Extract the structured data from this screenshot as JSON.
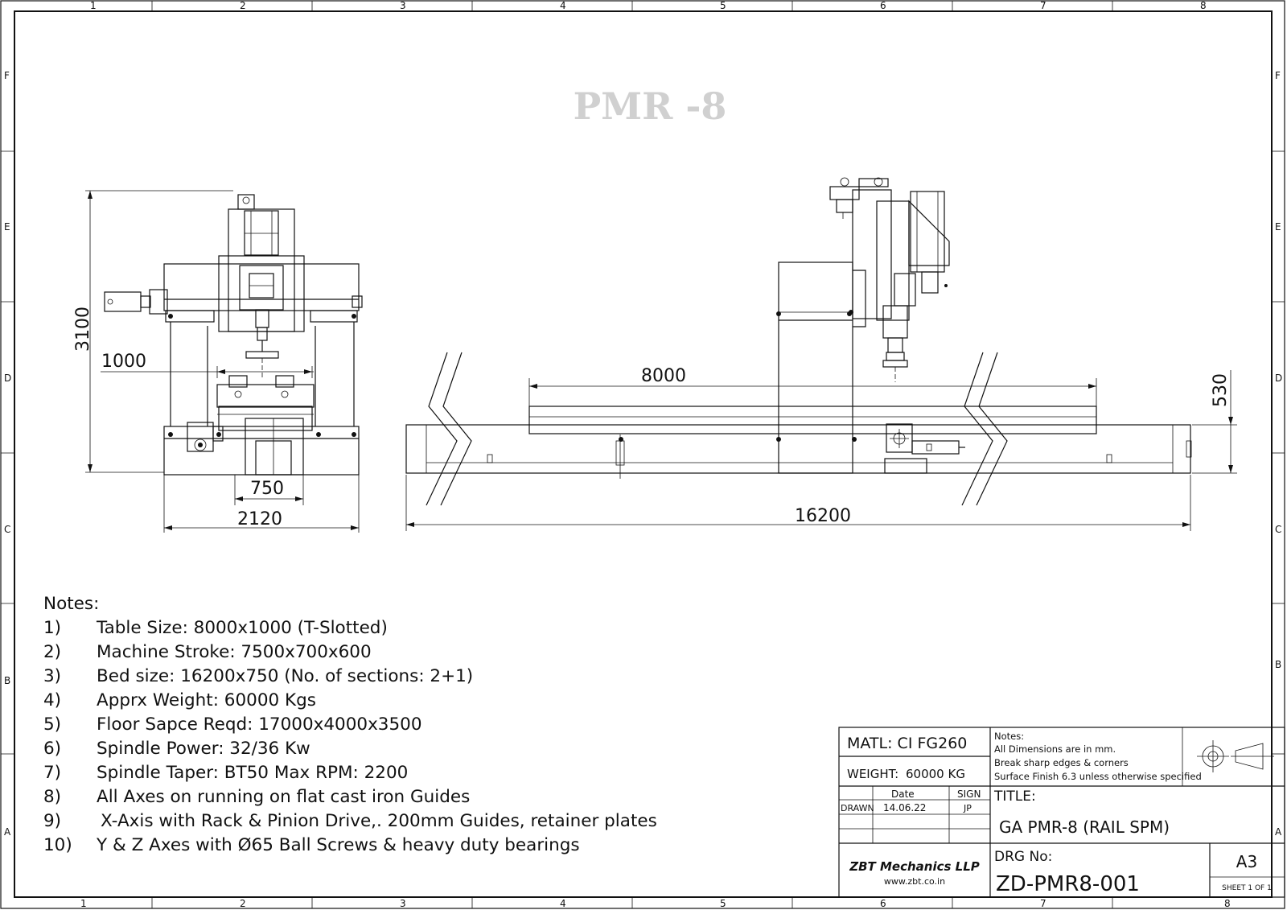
{
  "border": {
    "columns": [
      "1",
      "2",
      "3",
      "4",
      "5",
      "6",
      "7",
      "8"
    ],
    "rows": [
      "F",
      "E",
      "D",
      "C",
      "B",
      "A"
    ]
  },
  "watermark": "PMR -8",
  "dimensions": {
    "height": "3100",
    "width_1000": "1000",
    "width_750": "750",
    "width_2120": "2120",
    "length_8000": "8000",
    "length_16200": "16200",
    "height_530": "530"
  },
  "notes": {
    "heading": "Notes:",
    "items": [
      {
        "num": "1)",
        "text": "Table Size: 8000x1000 (T-Slotted)"
      },
      {
        "num": "2)",
        "text": "Machine Stroke: 7500x700x600"
      },
      {
        "num": "3)",
        "text": "Bed size: 16200x750 (No. of sections: 2+1)"
      },
      {
        "num": "4)",
        "text": "Apprx Weight: 60000 Kgs"
      },
      {
        "num": "5)",
        "text": "Floor Sapce Reqd: 17000x4000x3500"
      },
      {
        "num": "6)",
        "text": "Spindle Power: 32/36 Kw"
      },
      {
        "num": "7)",
        "text": "Spindle Taper: BT50 Max RPM: 2200"
      },
      {
        "num": "8)",
        "text": "All Axes on running on flat cast iron Guides"
      },
      {
        "num": "9)",
        "text": "X-Axis with Rack & Pinion Drive,. 200mm Guides, retainer plates"
      },
      {
        "num": "10)",
        "text": "Y & Z Axes with Ø65 Ball Screws & heavy duty bearings"
      }
    ]
  },
  "title_block": {
    "matl": "MATL: CI FG260",
    "weight_label": "WEIGHT:",
    "weight_value": "60000 KG",
    "col_date": "Date",
    "col_sign": "SIGN",
    "row_drawn": "DRAWN",
    "drawn_date": "14.06.22",
    "drawn_sign": "JP",
    "notes_heading": "Notes:",
    "notes_lines": [
      "All Dimensions are in mm.",
      "Break sharp edges & corners",
      "Surface Finish 6.3 unless otherwise specified"
    ],
    "title_label": "TITLE:",
    "title_value": "GA PMR-8 (RAIL SPM)",
    "company": "ZBT Mechanics LLP",
    "website": "www.zbt.co.in",
    "drg_label": "DRG No:",
    "drg_value": "ZD-PMR8-001",
    "size": "A3",
    "sheet": "SHEET 1 OF 1"
  }
}
